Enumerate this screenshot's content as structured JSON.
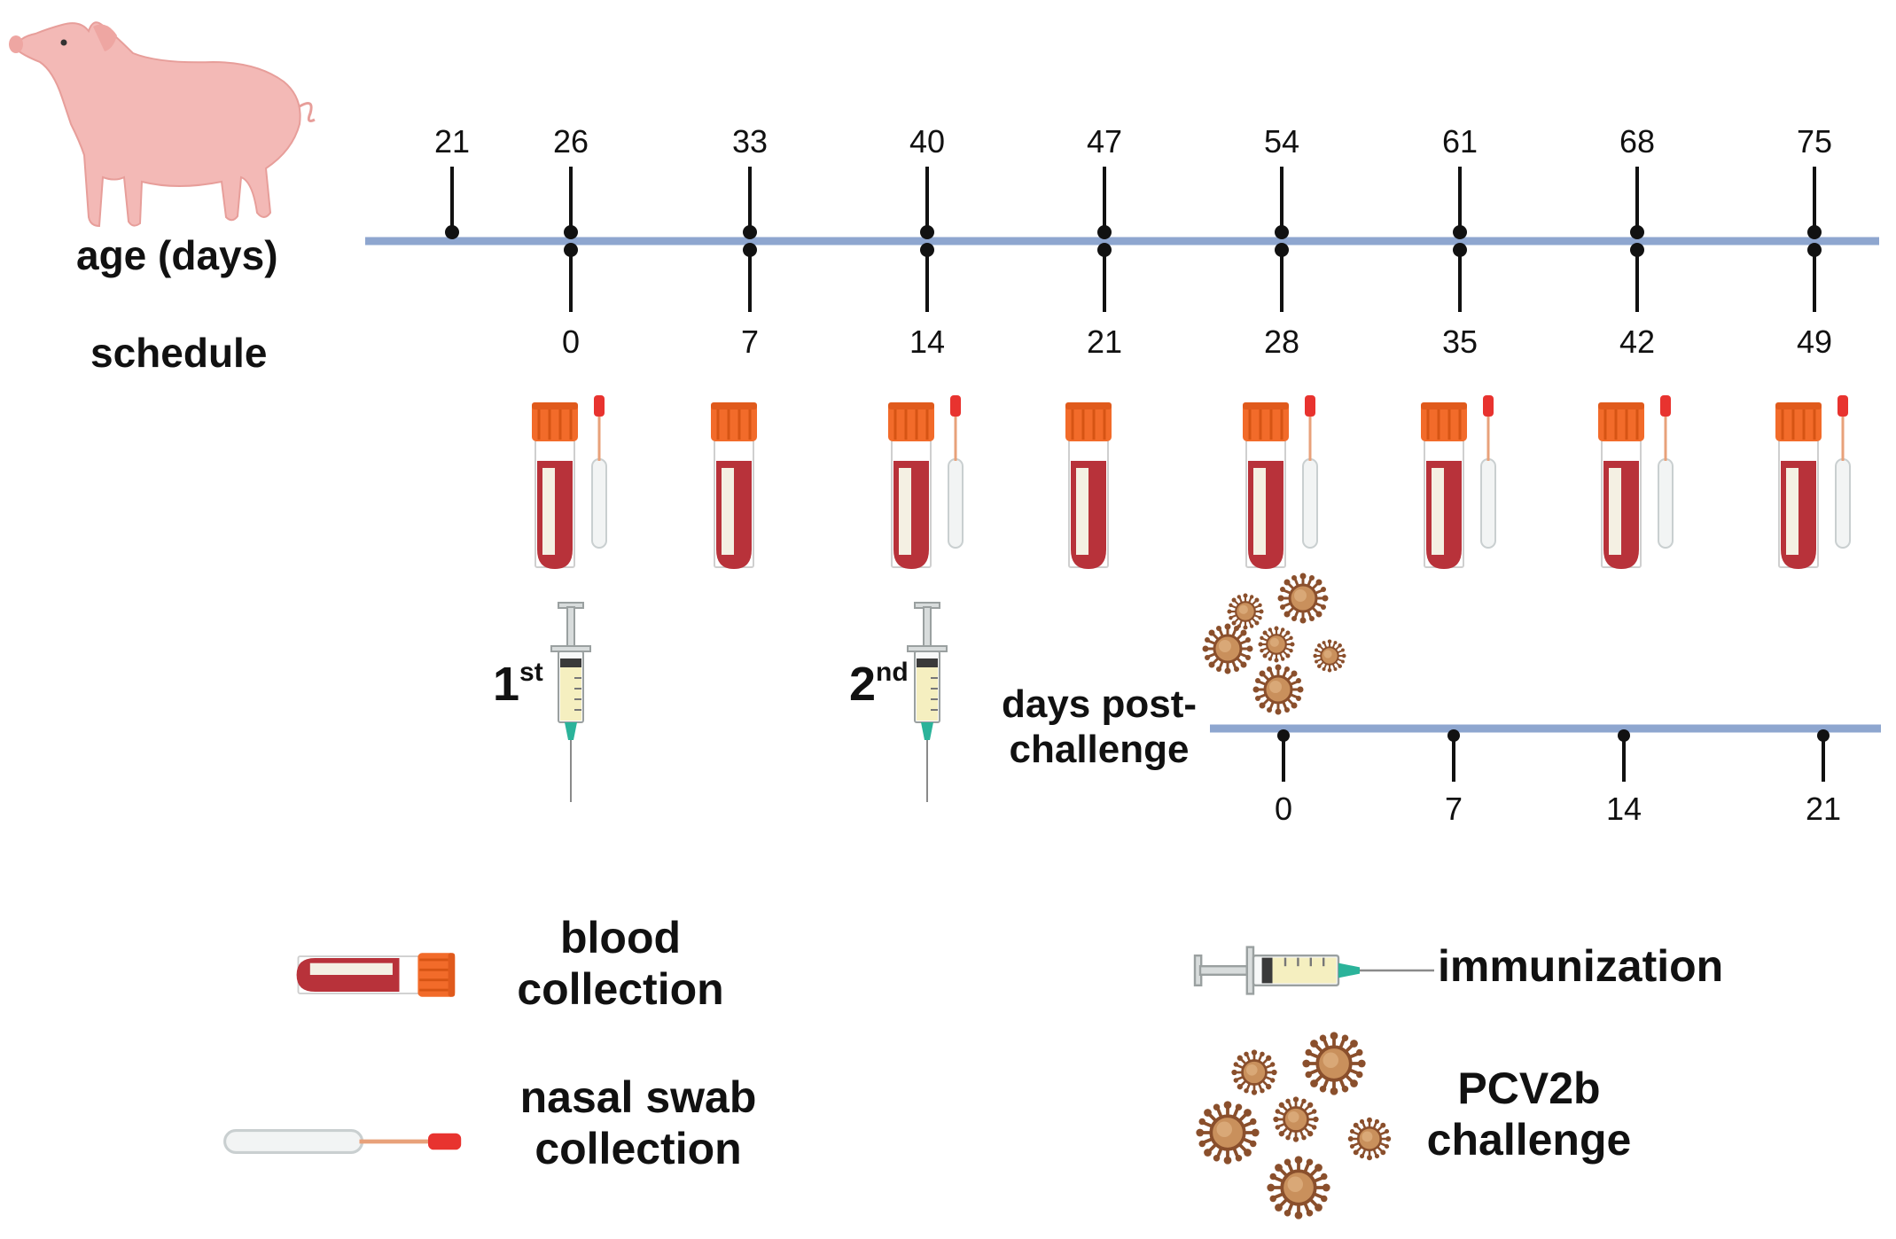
{
  "labels": {
    "age": "age (days)",
    "schedule": "schedule",
    "post_challenge": [
      "days post-",
      "challenge"
    ]
  },
  "age_ticks": [
    "21",
    "26",
    "33",
    "40",
    "47",
    "54",
    "61",
    "68",
    "75"
  ],
  "schedule_ticks": [
    "0",
    "7",
    "14",
    "21",
    "28",
    "35",
    "42",
    "49"
  ],
  "swab_at_schedule": [
    true,
    false,
    true,
    false,
    true,
    true,
    true,
    true
  ],
  "immunizations": [
    {
      "at": "0",
      "num": "1",
      "sup": "st"
    },
    {
      "at": "14",
      "num": "2",
      "sup": "nd"
    }
  ],
  "post_challenge_ticks": [
    "0",
    "7",
    "14",
    "21"
  ],
  "legend": {
    "blood": [
      "blood",
      "collection"
    ],
    "swab": [
      "nasal swab",
      "collection"
    ],
    "immunization": "immunization",
    "challenge": [
      "PCV2b",
      "challenge"
    ]
  },
  "colors": {
    "axis": "#8ea6cf",
    "blood": "#b8323a",
    "cap": "#f26b2a",
    "swab_tip": "#e8332f",
    "virus": "#c9905c",
    "virus_dark": "#8a4f2c",
    "pig": "#f3b9b6",
    "needle_hub": "#2bb39a"
  }
}
